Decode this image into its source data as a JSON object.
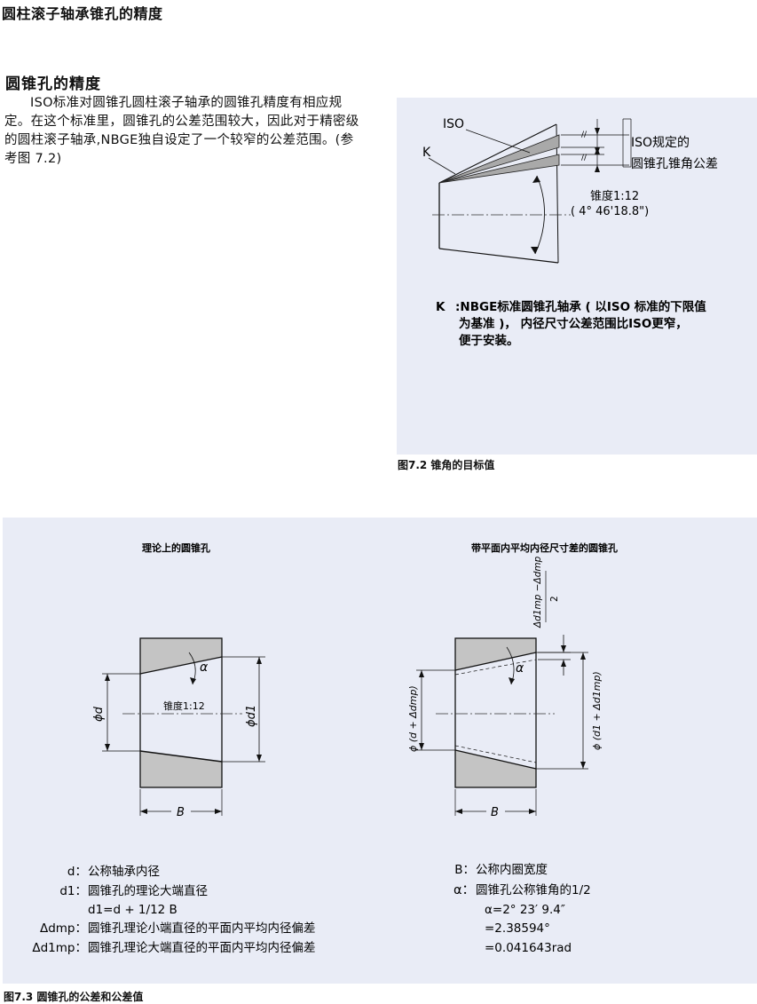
{
  "page_title": "圆柱滚子轴承锥孔的精度",
  "section_title": "圆锥孔的精度",
  "intro_text": "ISO标准对圆锥孔圆柱滚子轴承的圆锥孔精度有相应规定。在这个标准里，圆锥孔的公差范围较大，因此对于精密级的圆柱滚子轴承,NBGE独自设定了一个较窄的公差范围。(参考图 7.2)",
  "fig72": {
    "label_iso": "ISO",
    "label_k": "K",
    "iso_tol_line1": "ISO规定的",
    "iso_tol_line2": "圆锥孔锥角公差",
    "taper_label": "锥度1:12",
    "taper_angle": "( 4°  46'18.8\")",
    "note_key": "K",
    "note_line1": ":NBGE标准圆锥孔轴承 ( 以ISO 标准的下限值",
    "note_line2": "为基准 )，   内径尺寸公差范围比ISO更窄，",
    "note_line3": "便于安装。",
    "caption": "图7.2  锥角的目标值"
  },
  "fig73": {
    "left_title": "理论上的圆锥孔",
    "right_title": "带平面内平均内径尺寸差的圆锥孔",
    "alpha": "α",
    "taper_label": "锥度1:12",
    "phi_d": "ϕd",
    "phi_d1": "ϕd1",
    "phi_d_delta": "ϕ (d + Δdmp)",
    "phi_d1_delta": "ϕ (d1 + Δd1mp)",
    "delta_fraction_num": "Δd1mp −Δdmp",
    "delta_fraction_den": "2",
    "width_b": "B",
    "legend_left": [
      {
        "key": "d：",
        "text": "公称轴承内径"
      },
      {
        "key": "d1：",
        "text": "圆锥孔的理论大端直径"
      },
      {
        "key": "",
        "text": "d1=d + 1/12 B"
      },
      {
        "key": "Δdmp：",
        "text": "圆锥孔理论小端直径的平面内平均内径偏差"
      },
      {
        "key": "Δd1mp：",
        "text": "圆锥孔理论大端直径的平面内平均内径偏差"
      }
    ],
    "legend_right": [
      {
        "key": "B：",
        "text": "公称内圈宽度"
      },
      {
        "key": "α：",
        "text": "圆锥孔公称锥角的1/2"
      },
      {
        "key": "",
        "text": "α=2° 23′ 9.4″"
      },
      {
        "key": "",
        "text": "=2.38594°"
      },
      {
        "key": "",
        "text": "=0.041643rad"
      }
    ],
    "caption": "图7.3  圆锥孔的公差和公差值"
  },
  "colors": {
    "panel": "#e9ecf6",
    "band": "#a9a9a9",
    "section": "#c4c4c4"
  }
}
